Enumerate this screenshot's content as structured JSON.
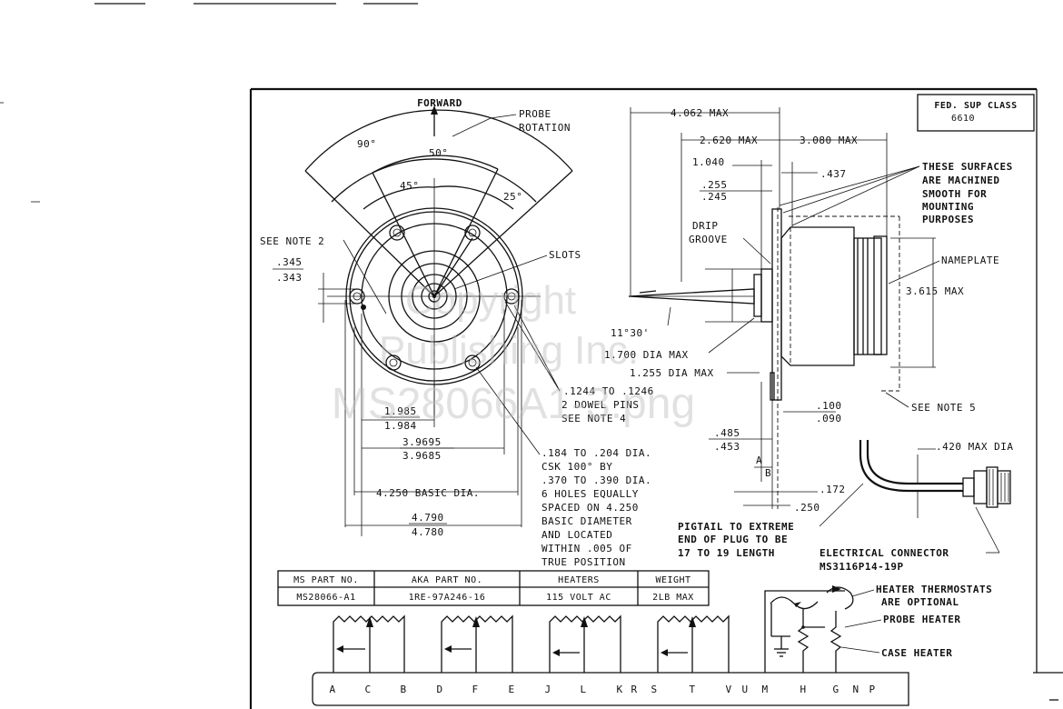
{
  "class_box": {
    "line1": "FED. SUP CLASS",
    "line2": "6610"
  },
  "front_view": {
    "forward": "FORWARD",
    "probe_rotation_1": "PROBE",
    "probe_rotation_2": "ROTATION",
    "angle_90": "90°",
    "angle_50": "50°",
    "angle_45": "45°",
    "angle_25": "25°",
    "see_note_2": "SEE NOTE 2",
    "slots": "SLOTS",
    "dim_345": ".345",
    "dim_343": ".343",
    "pin_1": ".1244 TO .1246",
    "pin_2": "2 DOWEL PINS",
    "pin_3": "SEE NOTE 4",
    "dim_1985": "1.985",
    "dim_1984": "1.984",
    "dim_39695": "3.9695",
    "dim_39685": "3.9685",
    "basic_dia": "4.250 BASIC DIA.",
    "dim_4790": "4.790",
    "dim_4780": "4.780",
    "holes": [
      ".184 TO .204 DIA.",
      "CSK 100° BY",
      ".370 TO .390 DIA.",
      "6 HOLES EQUALLY",
      "SPACED ON 4.250",
      "BASIC DIAMETER",
      "AND LOCATED",
      "WITHIN .005 OF",
      "TRUE POSITION"
    ]
  },
  "side_view": {
    "max_4062": "4.062 MAX",
    "max_2620": "2.620 MAX",
    "max_3080": "3.080 MAX",
    "dim_1040": "1.040",
    "dim_437": ".437",
    "dim_255": ".255",
    "dim_245": ".245",
    "surfaces": [
      "THESE SURFACES",
      "ARE MACHINED",
      "SMOOTH FOR",
      "MOUNTING",
      "PURPOSES"
    ],
    "drip_1": "DRIP",
    "drip_2": "GROOVE",
    "nameplate": "NAMEPLATE",
    "max_3615": "3.615 MAX",
    "angle_1130": "11°30'",
    "dia_1700": "1.700 DIA MAX",
    "dia_1255": "1.255 DIA MAX",
    "see_note_5": "SEE NOTE 5",
    "dim_100": ".100",
    "dim_090": ".090",
    "dim_485": ".485",
    "dim_453": ".453",
    "mark_a": "A",
    "mark_b": "B",
    "dim_172": ".172",
    "dim_250": ".250",
    "max_dia_420": ".420 MAX DIA",
    "pigtail": [
      "PIGTAIL TO EXTREME",
      "END OF PLUG TO BE",
      "17 TO 19 LENGTH"
    ],
    "connector_1": "ELECTRICAL CONNECTOR",
    "connector_2": "MS3116P14-19P"
  },
  "parts_table": {
    "headers": [
      "MS PART NO.",
      "AKA PART NO.",
      "HEATERS",
      "WEIGHT"
    ],
    "row": [
      "MS28066-A1",
      "1RE-97A246-16",
      "115 VOLT AC",
      "2LB MAX"
    ]
  },
  "schematic": {
    "thermostats_1": "HEATER THERMOSTATS",
    "thermostats_2": "ARE OPTIONAL",
    "probe_heater": "PROBE HEATER",
    "case_heater": "CASE HEATER",
    "pins": [
      "A",
      "C",
      "B",
      "D",
      "F",
      "E",
      "J",
      "L",
      "K",
      "R",
      "S",
      "T",
      "V",
      "U",
      "M",
      "H",
      "G",
      "N",
      "P"
    ]
  },
  "watermark": {
    "line1": "Copyright",
    "line2": "Publishing Inc.",
    "line3": "MS28066A1-3.png"
  }
}
